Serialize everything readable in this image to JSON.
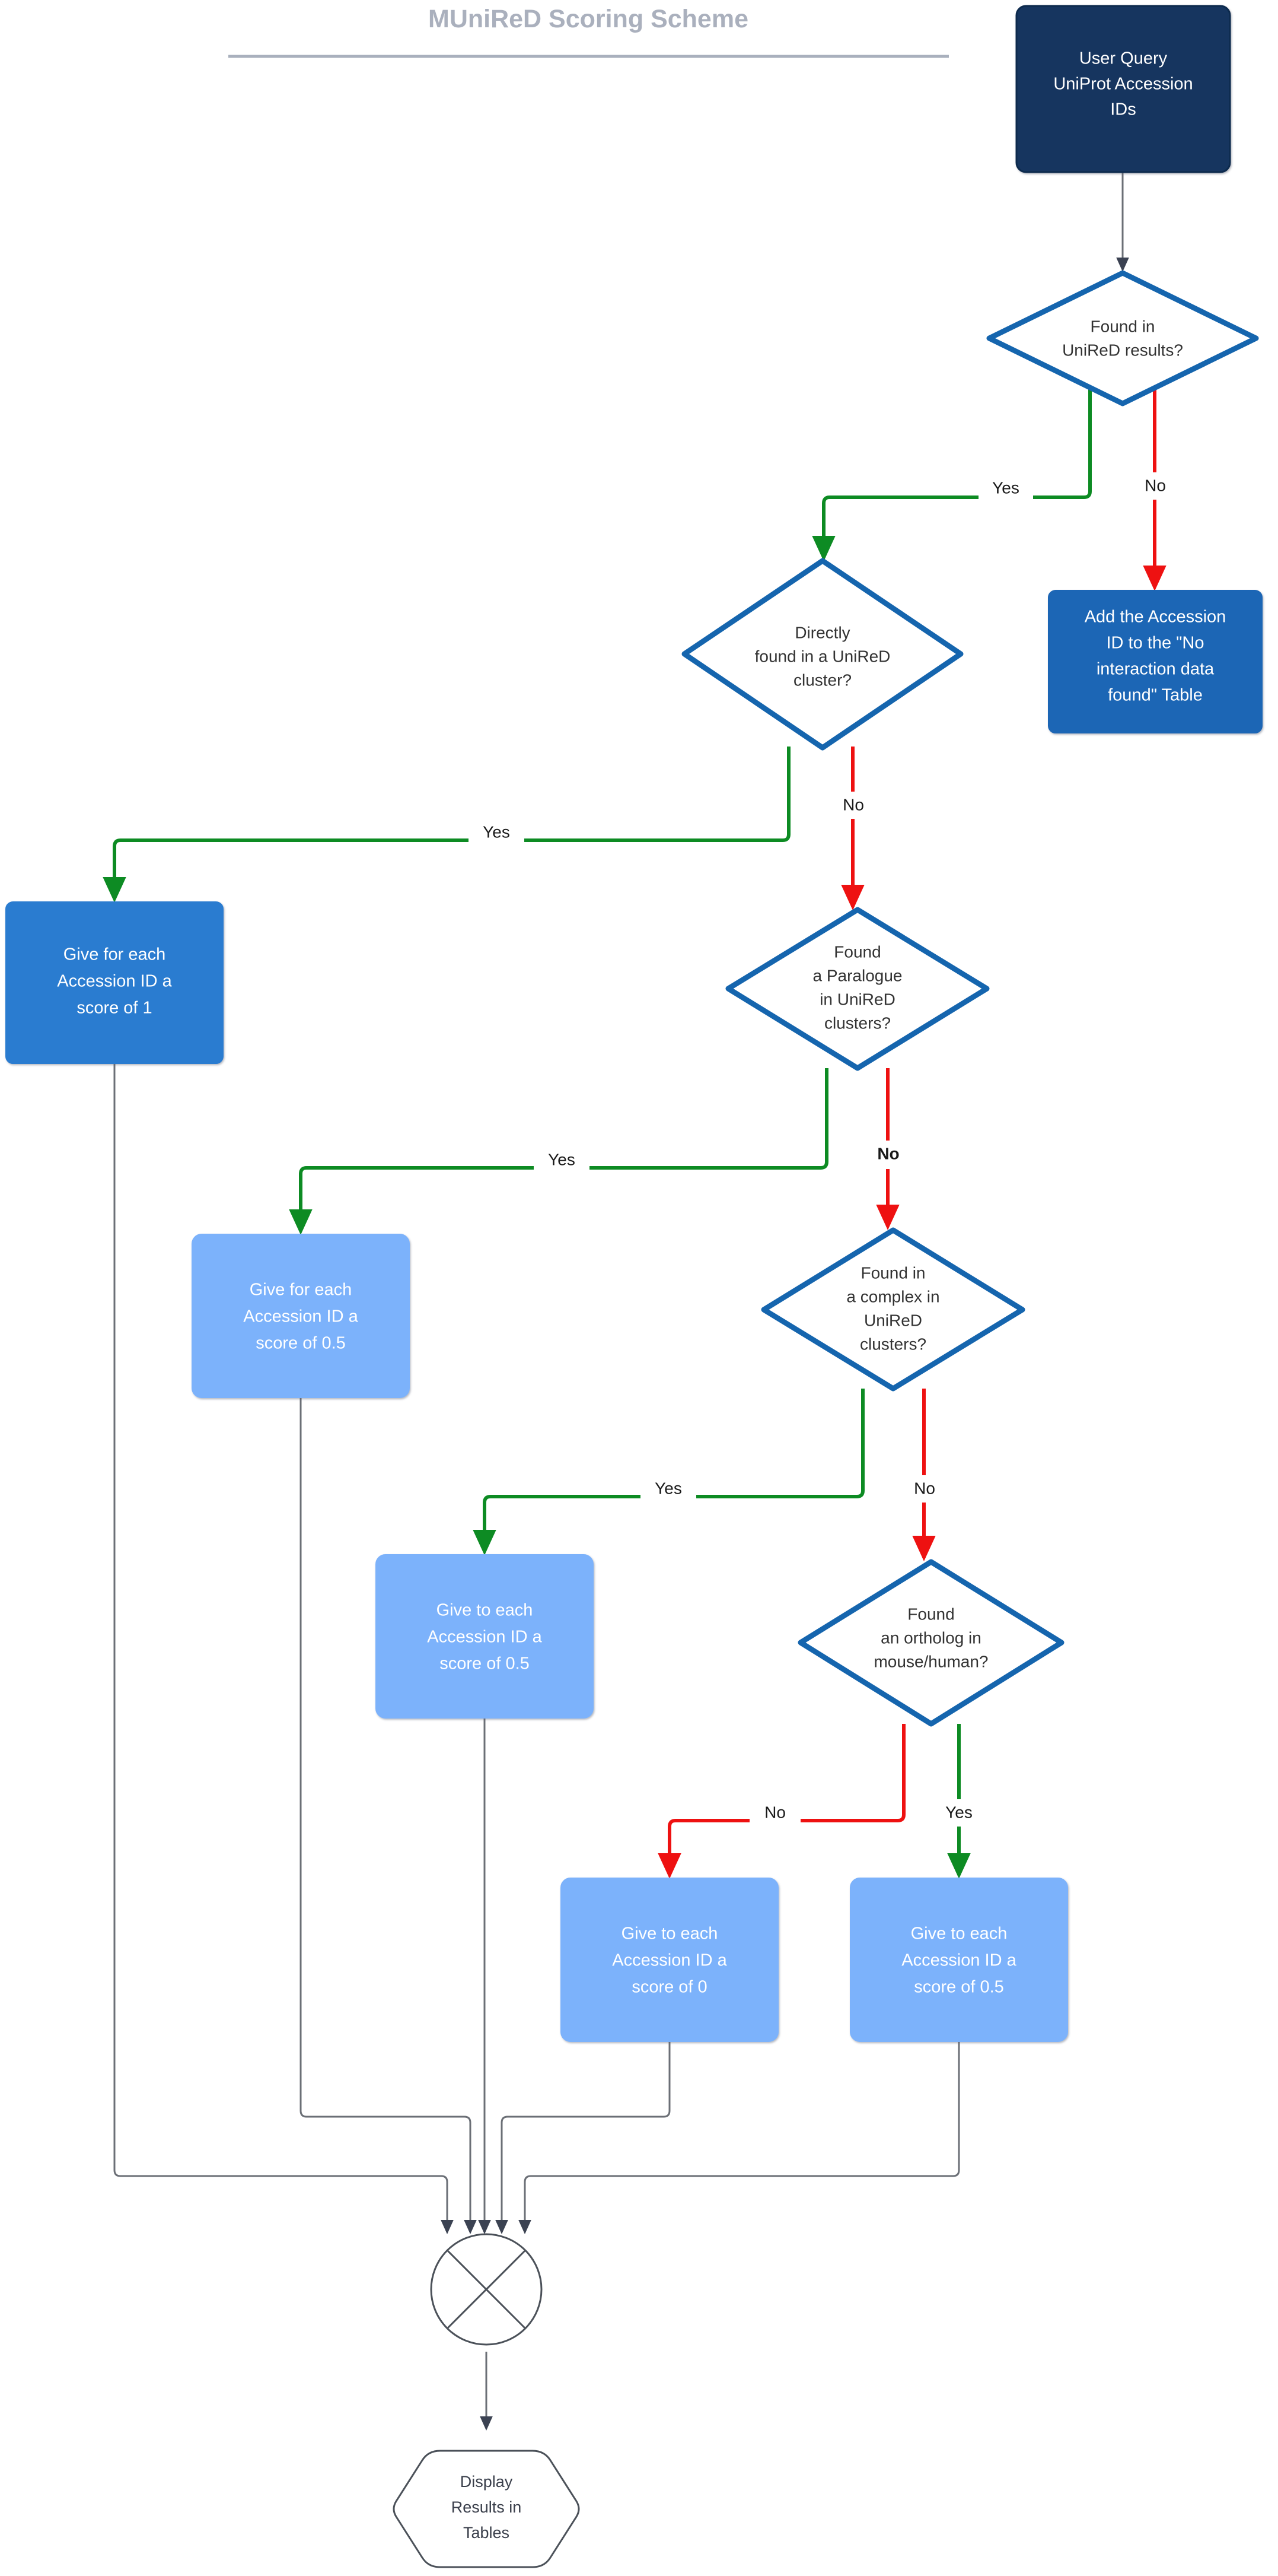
{
  "title": {
    "text": "MUniReD Scoring Scheme"
  },
  "colors": {
    "title_gray": "#aab0bd",
    "rule_gray": "#a9b0bd",
    "navy": "#12365e",
    "navy_border": "#0d2b4d",
    "blue_mid": "#1f66b5",
    "blue_strong": "#2a7bd0",
    "blue_light": "#7cb2fb",
    "diamond_border": "#1565ae",
    "diamond_fill": "#ffffff",
    "yes_green": "#0d8b23",
    "no_red": "#ee1111",
    "gray_edge": "#6b6f76",
    "arrow_dark": "#3b4252",
    "text_dark": "#333333",
    "text_white": "#ffffff"
  },
  "nodes": {
    "user_query": {
      "kind": "process-dark",
      "lines": [
        "User Query",
        "UniProt Accession",
        "IDs"
      ]
    },
    "found_unired": {
      "kind": "decision",
      "lines": [
        "Found in",
        "UniReD results?"
      ]
    },
    "no_interaction": {
      "kind": "process",
      "lines": [
        "Add the Accession",
        "ID to the \"No",
        "interaction data",
        "found\" Table"
      ]
    },
    "directly_found": {
      "kind": "decision",
      "lines": [
        "Directly",
        "found in a UniReD",
        "cluster?"
      ]
    },
    "score_1": {
      "kind": "process",
      "lines": [
        "Give for each",
        "Accession ID a",
        "score of 1"
      ]
    },
    "found_paralogue": {
      "kind": "decision",
      "lines": [
        "Found",
        "a Paralogue",
        "in UniReD",
        "clusters?"
      ]
    },
    "score_05_paralogue": {
      "kind": "process-light",
      "lines": [
        "Give for each",
        "Accession ID a",
        "score of 0.5"
      ]
    },
    "found_complex": {
      "kind": "decision",
      "lines": [
        "Found in",
        "a complex in",
        "UniReD",
        "clusters?"
      ]
    },
    "score_05_complex": {
      "kind": "process-light",
      "lines": [
        "Give to each",
        "Accession ID a",
        "score of 0.5"
      ]
    },
    "found_ortholog": {
      "kind": "decision",
      "lines": [
        "Found",
        "an ortholog in",
        "mouse/human?"
      ]
    },
    "score_0": {
      "kind": "process-light",
      "lines": [
        "Give to each",
        "Accession ID a",
        "score of 0"
      ]
    },
    "score_05_ortholog": {
      "kind": "process-light",
      "lines": [
        "Give to each",
        "Accession ID a",
        "score of 0.5"
      ]
    },
    "merge": {
      "kind": "junction",
      "lines": []
    },
    "display_results": {
      "kind": "hexagon",
      "lines": [
        "Display",
        "Results in",
        "Tables"
      ]
    }
  },
  "edge_labels": {
    "found_unired_yes": "Yes",
    "found_unired_no": "No",
    "directly_found_yes": "Yes",
    "directly_found_no": "No",
    "paralogue_yes": "Yes",
    "paralogue_no": "No",
    "complex_yes": "Yes",
    "complex_no": "No",
    "ortholog_no": "No",
    "ortholog_yes": "Yes"
  }
}
